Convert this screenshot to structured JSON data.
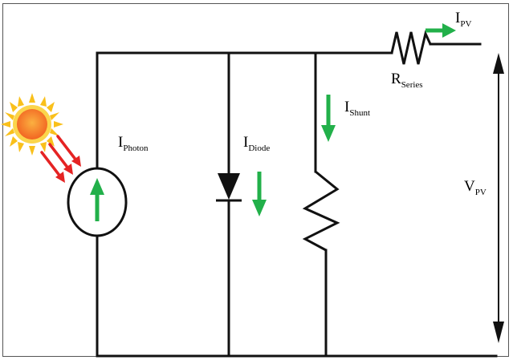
{
  "labels": {
    "i_photon": {
      "main": "I",
      "sub": "Photon"
    },
    "i_diode": {
      "main": "I",
      "sub": "Diode"
    },
    "i_shunt": {
      "main": "I",
      "sub": "Shunt"
    },
    "r_series": {
      "main": "R",
      "sub": "Series"
    },
    "i_pv": {
      "main": "I",
      "sub": "PV"
    },
    "v_pv": {
      "main": "V",
      "sub": "PV"
    }
  },
  "colors": {
    "wire": "#111111",
    "current_arrow": "#22b04a",
    "light_rays": "#e52323",
    "sun_core": "#f7941d",
    "sun_rays": "#f9c01b"
  },
  "icons": {
    "sun": "sun-icon",
    "light_rays": "light-rays-icon"
  }
}
